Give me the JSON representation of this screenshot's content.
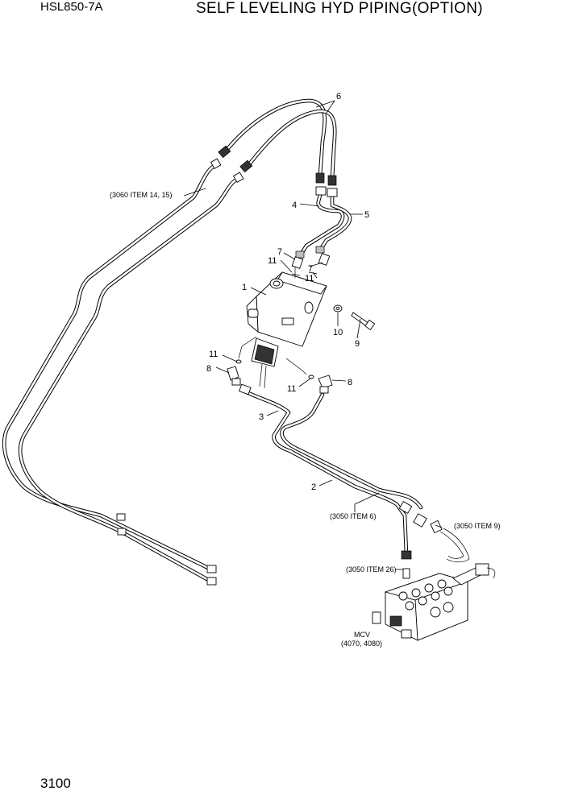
{
  "header": {
    "model": "HSL850-7A",
    "title": "SELF LEVELING HYD PIPING(OPTION)"
  },
  "footer": {
    "page_number": "3100"
  },
  "callouts": {
    "c1": "1",
    "c2": "2",
    "c3": "3",
    "c4": "4",
    "c5": "5",
    "c6": "6",
    "c7a": "7",
    "c7b": "7",
    "c8a": "8",
    "c8b": "8",
    "c9": "9",
    "c10": "10",
    "c11a": "11",
    "c11b": "11",
    "c11c": "11",
    "c11d": "11"
  },
  "references": {
    "ref_3060": "(3060 ITEM 14, 15)",
    "ref_3050_6": "(3050 ITEM 6)",
    "ref_3050_9": "(3050 ITEM 9)",
    "ref_3050_26": "(3050 ITEM 26)",
    "mcv_name": "MCV",
    "mcv_ref": "(4070, 4080)"
  }
}
